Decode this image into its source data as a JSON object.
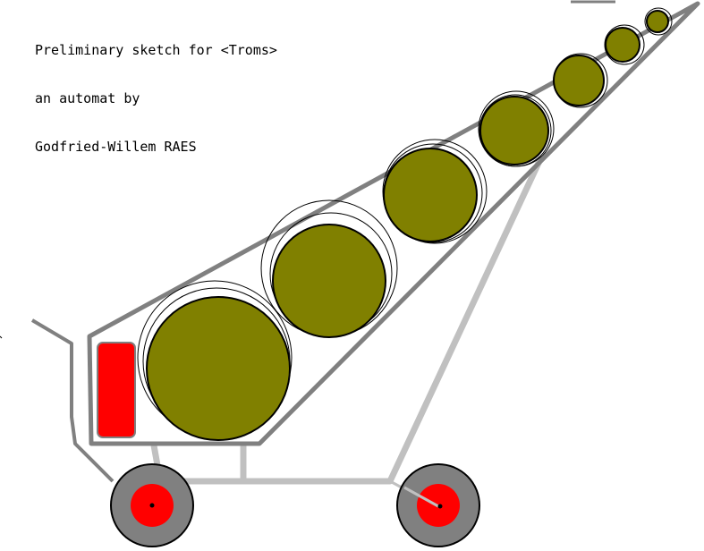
{
  "caption": {
    "line1": "Preliminary sketch for <Troms>",
    "line2": "an automat by",
    "line3": "Godfried-Willem RAES"
  },
  "colors": {
    "frame_gray": "#808080",
    "support_gray": "#c0c0c0",
    "drum_olive": "#808000",
    "battery_red": "#ff0000",
    "hub_black": "#000000",
    "background": "#ffffff"
  },
  "drums": {
    "count": 7
  },
  "wheels": {
    "count": 2
  }
}
